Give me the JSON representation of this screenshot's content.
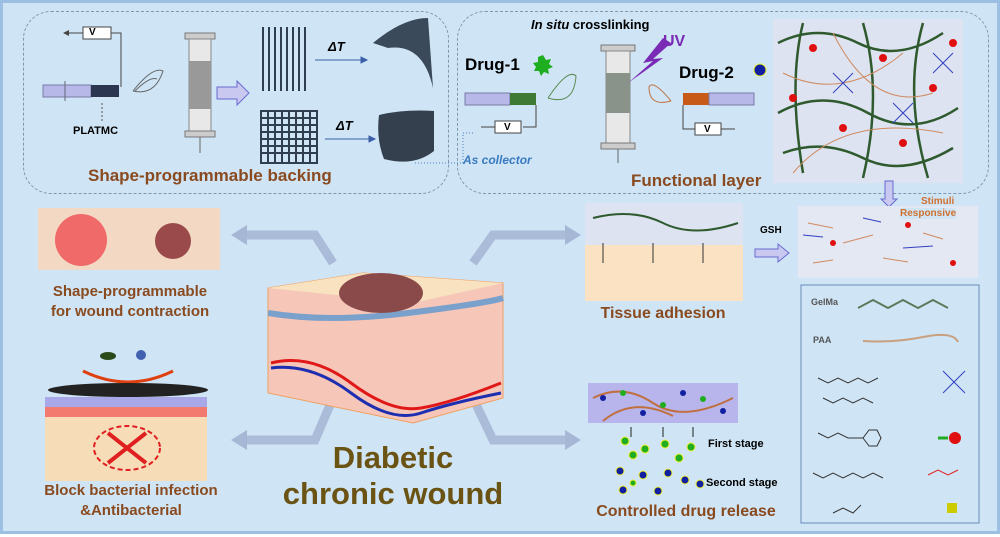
{
  "backing": {
    "title": "Shape-programmable backing",
    "material": "PLATMC",
    "voltage": "V",
    "delta_t_1": "ΔT",
    "delta_t_2": "ΔT"
  },
  "functional": {
    "title": "Functional layer",
    "crosslinking_italic": "In situ",
    "crosslinking": "crosslinking",
    "drug1": "Drug-1",
    "drug2": "Drug-2",
    "uv": "UV",
    "collector": "As collector",
    "voltage": "V",
    "stimuli": "Stimuli",
    "responsive": "Responsive"
  },
  "center": {
    "line1": "Diabetic",
    "line2": "chronic wound"
  },
  "features": {
    "contraction_1": "Shape-programmable",
    "contraction_2": "for wound contraction",
    "antibacterial_1": "Block bacterial infection",
    "antibacterial_2": "&Antibacterial",
    "adhesion": "Tissue adhesion",
    "gsh": "GSH",
    "release": "Controlled drug release",
    "first_stage": "First stage",
    "second_stage": "Second stage"
  },
  "legend": {
    "gelma": "GelMa",
    "paa": "PAA"
  },
  "colors": {
    "brown": "#8a4a1f",
    "title": "#6b5314",
    "uv": "#7a2bb5",
    "drug1": "#1fae1f",
    "drug2": "#1020a0"
  }
}
